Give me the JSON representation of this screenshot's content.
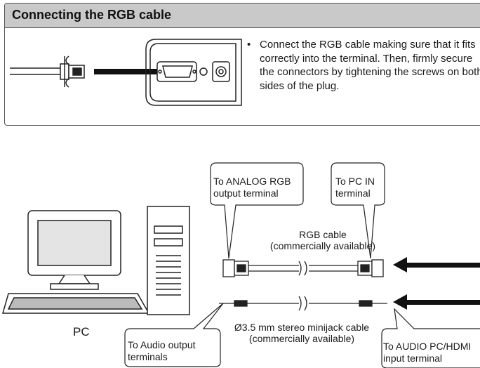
{
  "section": {
    "title": "Connecting the RGB cable",
    "instruction": "Connect the RGB cable making sure that it fits correctly into the terminal. Then, firmly secure the connectors by tightening the screws on both sides of the plug."
  },
  "diagram": {
    "pc_label": "PC",
    "callout_analog_rgb": [
      "To ANALOG RGB",
      "output terminal"
    ],
    "callout_pc_in": [
      "To PC IN",
      "terminal"
    ],
    "rgb_cable": [
      "RGB cable",
      "(commercially available)"
    ],
    "stereo_cable": [
      "Ø3.5 mm stereo minijack cable",
      "(commercially available)"
    ],
    "callout_audio_output": [
      "To Audio output",
      "terminals"
    ],
    "callout_audio_input": [
      "To AUDIO PC/HDMI",
      "input terminal"
    ]
  }
}
